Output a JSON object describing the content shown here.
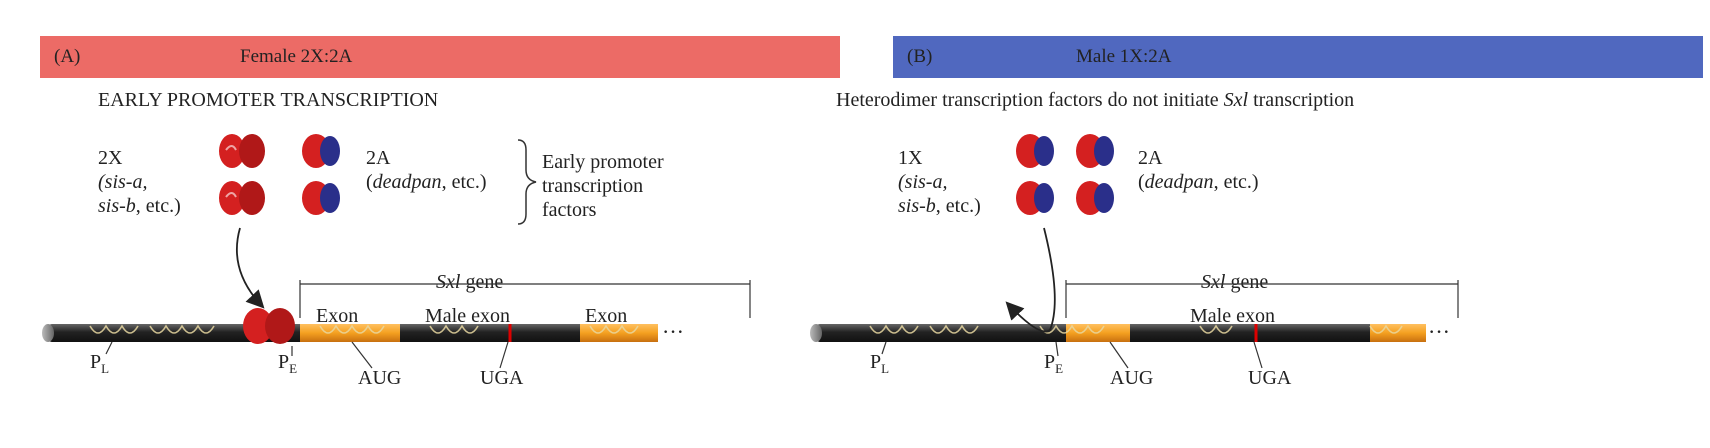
{
  "panel_a": {
    "letter": "(A)",
    "title": "Female    2X:2A",
    "heading": "EARLY PROMOTER TRANSCRIPTION",
    "x_label": "2X",
    "x_genes_1": "(sis-a,",
    "x_genes_2a": "sis-b",
    "x_genes_2b": ", etc.)",
    "a_label": "2A",
    "a_genes_1": "(",
    "a_genes_it": "deadpan",
    "a_genes_2": ", etc.)",
    "factors_1": "Early promoter",
    "factors_2": "transcription",
    "factors_3": "factors",
    "gene_it": "Sxl",
    "gene_rest": " gene",
    "exon1": "Exon",
    "male_exon": "Male exon",
    "exon2": "Exon",
    "ellipsis": "···",
    "pl": "P",
    "pl_sub": "L",
    "pe": "P",
    "pe_sub": "E",
    "aug": "AUG",
    "uga": "UGA"
  },
  "panel_b": {
    "letter": "(B)",
    "title": "Male    1X:2A",
    "heading_1": "Heterodimer transcription factors do not initiate ",
    "heading_it": "Sxl",
    "heading_2": " transcription",
    "x_label": "1X",
    "x_genes_1": "(sis-a,",
    "x_genes_2a": "sis-b",
    "x_genes_2b": ", etc.)",
    "a_label": "2A",
    "a_genes_1": "(",
    "a_genes_it": "deadpan",
    "a_genes_2": ", etc.)",
    "gene_it": "Sxl",
    "gene_rest": " gene",
    "male_exon": "Male exon",
    "ellipsis": "···",
    "pl": "P",
    "pl_sub": "L",
    "pe": "P",
    "pe_sub": "E",
    "aug": "AUG",
    "uga": "UGA"
  },
  "colors": {
    "banner_a": "#ec6b66",
    "banner_b": "#5068bf",
    "protein_red": "#d42020",
    "protein_blue": "#2a2f8a",
    "dna_orange": "#f4a020",
    "dna_black": "#222222"
  }
}
